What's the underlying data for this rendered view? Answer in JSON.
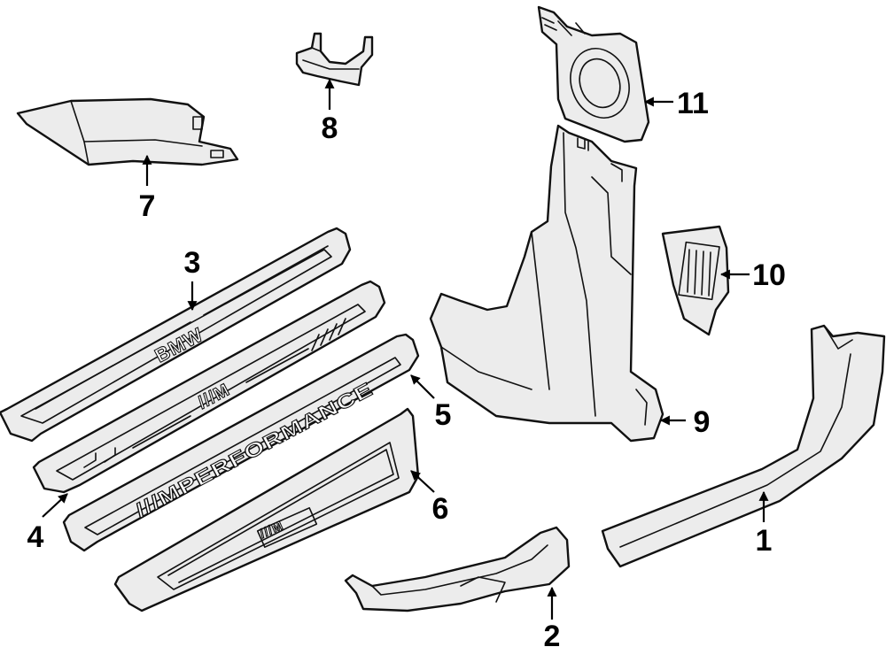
{
  "callouts": {
    "c1": "1",
    "c2": "2",
    "c3": "3",
    "c4": "4",
    "c5": "5",
    "c6": "6",
    "c7": "7",
    "c8": "8",
    "c9": "9",
    "c10": "10",
    "c11": "11"
  },
  "embossed": {
    "bmw": "BMW",
    "m_logo": "///M",
    "performance": "///MPERFORMANCE",
    "small_logo": "///M"
  },
  "colors": {
    "outline": "#111111",
    "part_fill": "#ececec",
    "background": "#ffffff"
  }
}
